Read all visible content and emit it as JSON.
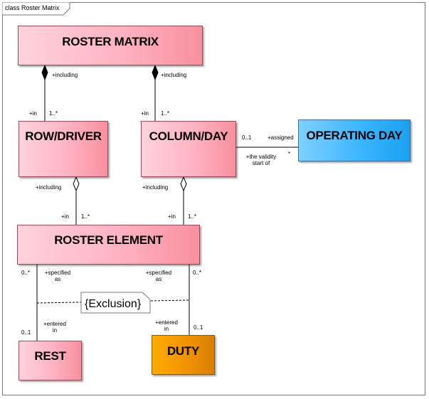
{
  "frame": {
    "title": "class Roster Matrix"
  },
  "classes": {
    "roster_matrix": "ROSTER MATRIX",
    "row_driver": "ROW/DRIVER",
    "column_day": "COLUMN/DAY",
    "operating_day": "OPERATING DAY",
    "roster_element": "ROSTER ELEMENT",
    "rest": "REST",
    "duty": "DUTY"
  },
  "associations": {
    "matrix_row": {
      "source_role": "+including",
      "target_role": "+in",
      "target_multiplicity": "1..*"
    },
    "matrix_column": {
      "source_role": "+including",
      "target_role": "+in",
      "target_multiplicity": "1..*"
    },
    "row_element": {
      "source_role": "+including",
      "target_role": "+in",
      "target_multiplicity": "1..*"
    },
    "column_element": {
      "source_role": "+including",
      "target_role": "+in",
      "target_multiplicity": "1..*"
    },
    "column_operating_day": {
      "source_multiplicity": "0..1",
      "source_role": "+the validity start of",
      "target_role": "+assigned",
      "target_multiplicity": "*"
    },
    "element_rest": {
      "source_multiplicity": "0..*",
      "source_role": "+specified as",
      "target_role": "+entered in",
      "target_multiplicity": "0..1"
    },
    "element_duty": {
      "source_multiplicity": "0..*",
      "source_role": "+specified as",
      "target_role": "+entered in",
      "target_multiplicity": "0..1"
    }
  },
  "constraint": {
    "label": "{Exclusion}"
  },
  "colors": {
    "pink": "#ffb3c2",
    "blue": "#37b4ff",
    "orange": "#f09000"
  }
}
